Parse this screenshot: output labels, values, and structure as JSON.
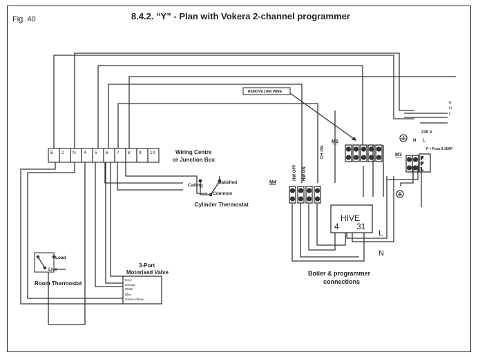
{
  "figure": {
    "label": "Fig. 40",
    "title": "8.4.2.  “Y” - Plan with Vokera 2-channel programmer"
  },
  "wiring_centre": {
    "label_line1": "Wiring Centre",
    "label_line2": "or Junction Box",
    "terminals": [
      "E",
      "2",
      "N",
      "4",
      "5",
      "6",
      "7",
      "8",
      "9",
      "10"
    ]
  },
  "cylinder_thermostat": {
    "label": "Cylinder Thermostat",
    "calling": "Calling",
    "satisfied": "Satisfied",
    "common": "Common"
  },
  "room_thermostat": {
    "label": "Room Thermostat",
    "load": "Load",
    "live": "Live"
  },
  "motorised_valve": {
    "label_line1": "3-Port",
    "label_line2": "Motorised Valve",
    "wires": [
      "Grey",
      "Orange",
      "White",
      "Blue",
      "Green-Yellow"
    ]
  },
  "remove_link": "REMOVE LINK WIRE",
  "boiler": {
    "m4": "M4",
    "m5": "M5",
    "m3": "M3",
    "hw_off": "HW OFF",
    "hw_on": "HW ON",
    "ch_on": "CH ON",
    "supply": [
      "E",
      "N",
      "L"
    ],
    "voltage": "230 V",
    "n_label": "N",
    "l_label": "L",
    "fuse": "F = Fuse 3.15AF",
    "fuse_letters": [
      "F",
      "F",
      "L"
    ],
    "caption_line1": "Boiler & programmer",
    "caption_line2": "connections"
  },
  "hive": {
    "label": "HIVE",
    "t4": "4",
    "t31": "31",
    "l": "L",
    "n": "N"
  }
}
